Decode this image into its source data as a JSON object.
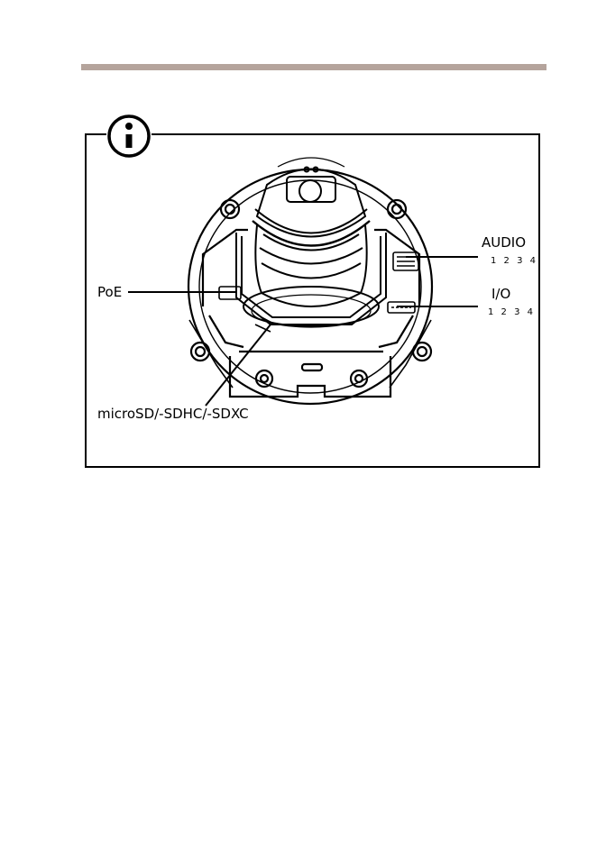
{
  "figure": {
    "labels": {
      "poe": "PoE",
      "sd_card": "microSD/-SDHC/-SDXC",
      "audio": "AUDIO",
      "audio_pins": "1 2 3 4",
      "io": "I/O",
      "io_pins": "1 2 3 4"
    },
    "info_icon": "info-icon"
  }
}
